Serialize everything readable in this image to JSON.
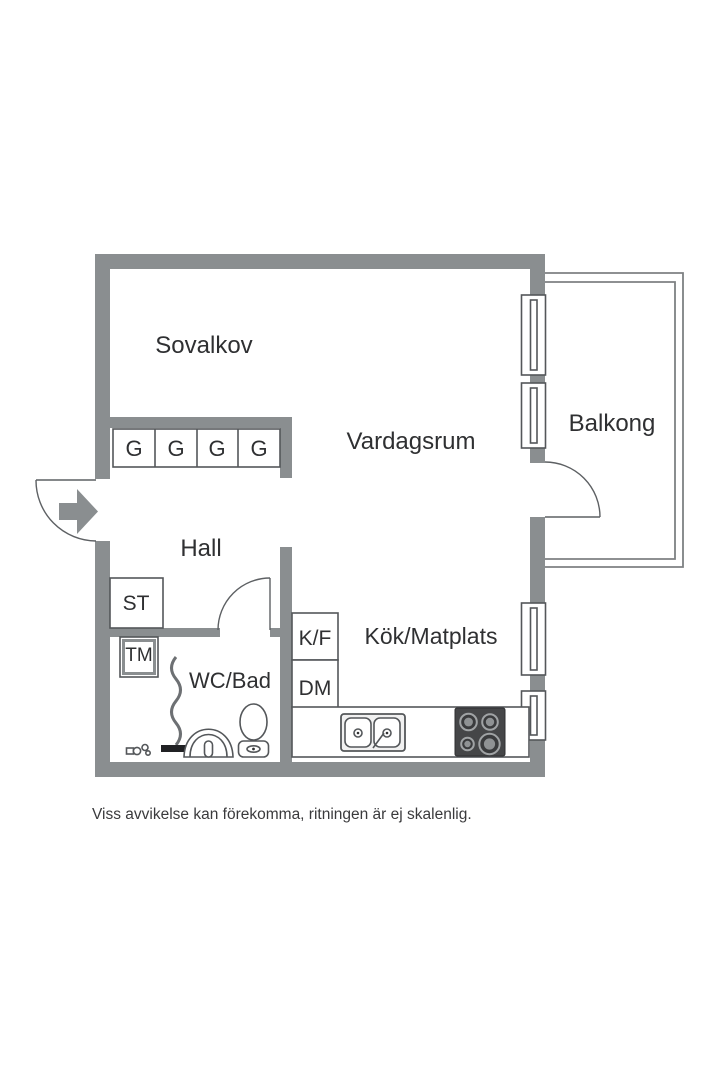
{
  "floorplan": {
    "rooms": {
      "sovalkov": "Sovalkov",
      "vardagsrum": "Vardagsrum",
      "balkong": "Balkong",
      "hall": "Hall",
      "wc_bad": "WC/Bad",
      "kok_matplats": "Kök/Matplats"
    },
    "fixtures": {
      "wardrobes": [
        "G",
        "G",
        "G",
        "G"
      ],
      "closet": "ST",
      "washing_machine": "TM",
      "fridge_freezer": "K/F",
      "dishwasher": "DM"
    },
    "footnote": "Viss avvikelse kan förekomma, ritningen är ej skalenlig.",
    "colors": {
      "wall": "#8a8e90",
      "outline": "#54575a",
      "text": "#2f3032",
      "stove": "#454648",
      "background": "#ffffff"
    }
  }
}
